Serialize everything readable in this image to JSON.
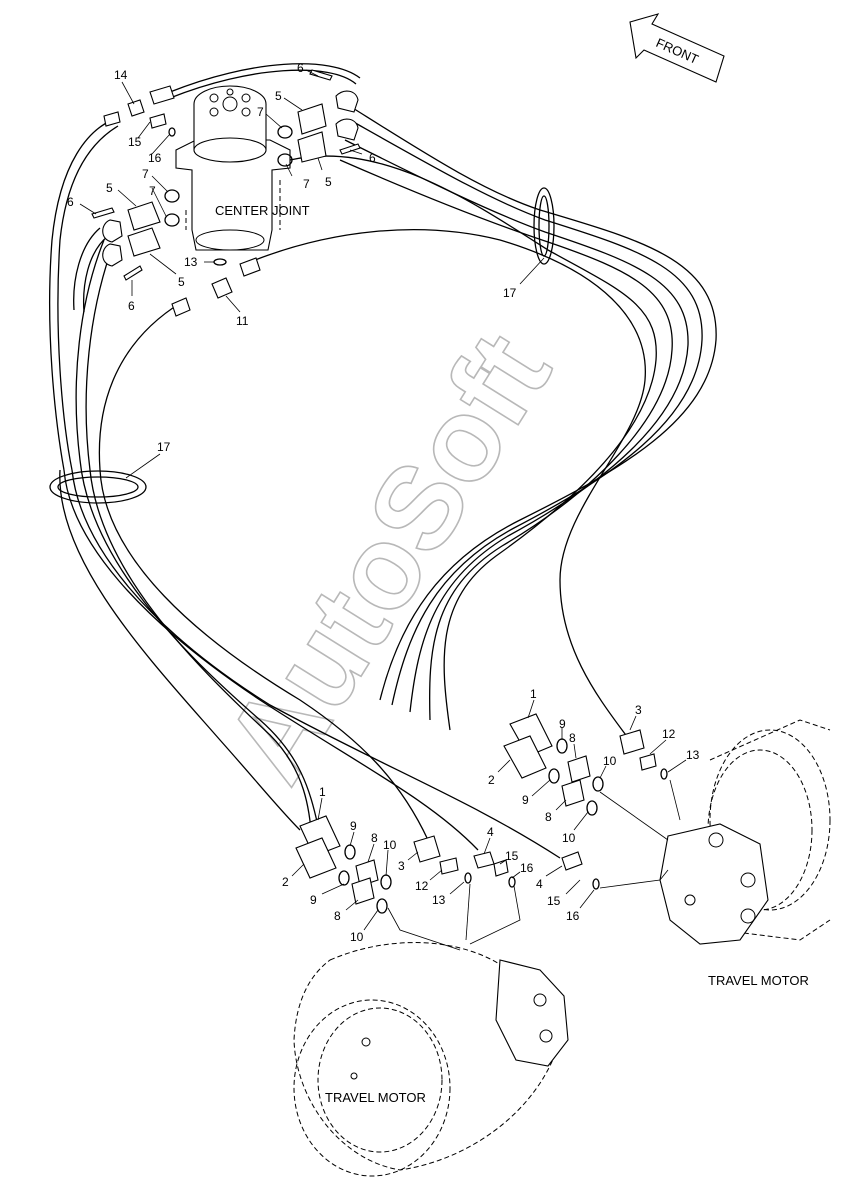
{
  "diagram": {
    "center_joint_label": "CENTER JOINT",
    "front_arrow_label": "FRONT",
    "travel_motor_right_label": "TRAVEL MOTOR",
    "travel_motor_left_label": "TRAVEL MOTOR",
    "watermark": "AutoSoft"
  },
  "callouts": {
    "p14": "14",
    "p15a": "15",
    "p16a": "16",
    "p6a": "6",
    "p5a": "5",
    "p7a": "7",
    "p7b": "7",
    "p7c": "7",
    "p6b": "6",
    "p5b": "5",
    "p5c": "5",
    "p7d": "7",
    "p6c": "6",
    "p5d": "5",
    "p6d": "6",
    "p13a": "13",
    "p11": "11",
    "p17a": "17",
    "p17b": "17",
    "r1": "1",
    "r2": "2",
    "r3": "3",
    "r9a": "9",
    "r8a": "8",
    "r9b": "9",
    "r8b": "8",
    "r10a": "10",
    "r10b": "10",
    "r12": "12",
    "r13": "13",
    "l1": "1",
    "l2": "2",
    "l9a": "9",
    "l8a": "8",
    "l10a": "10",
    "l3": "3",
    "l12": "12",
    "l13": "13",
    "l9b": "9",
    "l8b": "8",
    "l10b": "10",
    "l4a": "4",
    "l15a": "15",
    "l16a": "16",
    "l4b": "4",
    "l15b": "15",
    "l16b": "16"
  }
}
